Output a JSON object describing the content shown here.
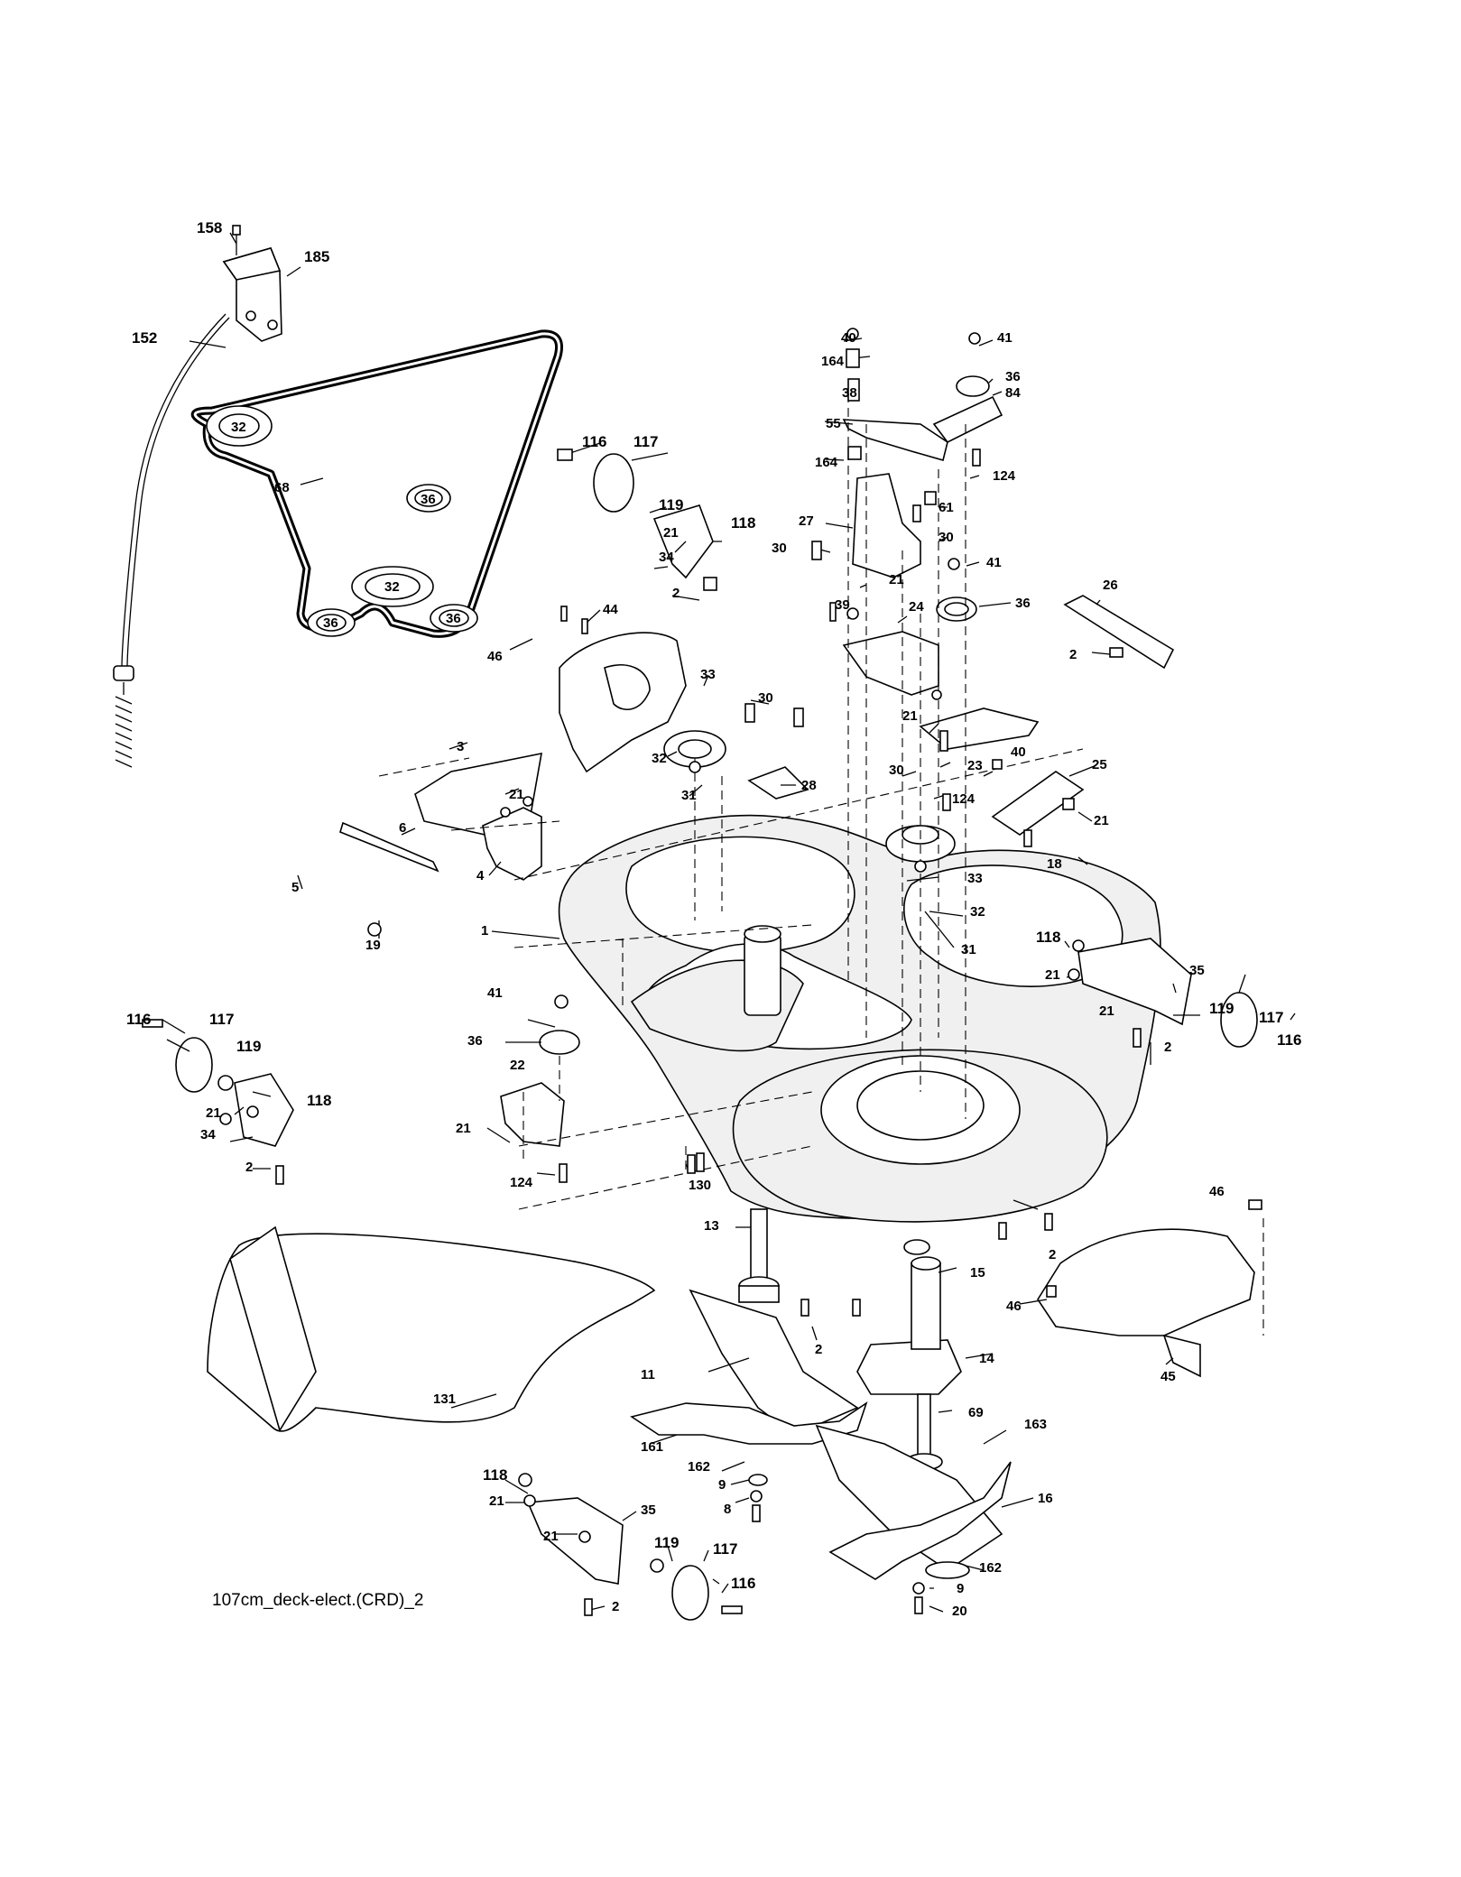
{
  "diagram": {
    "caption": "107cm_deck-elect.(CRD)_2",
    "labels": {
      "l158": "158",
      "l185": "185",
      "l152": "152",
      "l32a": "32",
      "l68": "68",
      "l36a": "36",
      "l32b": "32",
      "l36b": "36",
      "l36c": "36",
      "l116a": "116",
      "l117a": "117",
      "l119a": "119",
      "l118a": "118",
      "l21a": "21",
      "l34a": "34",
      "l2a": "2",
      "l40a": "40",
      "l41a": "41",
      "l164a": "164",
      "l36d": "36",
      "l38": "38",
      "l84": "84",
      "l55": "55",
      "l164b": "164",
      "l124a": "124",
      "l61": "61",
      "l27": "27",
      "l30a": "30",
      "l30b": "30",
      "l41b": "41",
      "l39": "39",
      "l21b": "21",
      "l36e": "36",
      "l24": "24",
      "l26": "26",
      "l2b": "2",
      "l46a": "46",
      "l44": "44",
      "l33a": "33",
      "l30c": "30",
      "l3": "3",
      "l32c": "32",
      "l31a": "31",
      "l28": "28",
      "l21c": "21",
      "l23": "23",
      "l40b": "40",
      "l25": "25",
      "l30d": "30",
      "l124b": "124",
      "l21d": "21",
      "l6": "6",
      "l5": "5",
      "l4": "4",
      "l19": "19",
      "l33b": "33",
      "l18": "18",
      "l32d": "32",
      "l31b": "31",
      "l1": "1",
      "l118b": "118",
      "l21e": "21",
      "l35a": "35",
      "l21f": "21",
      "l119b": "119",
      "l117b": "117",
      "l116b": "116",
      "l2c": "2",
      "l41c": "41",
      "l36f": "36",
      "l116c": "116",
      "l117c": "117",
      "l119c": "119",
      "l22": "22",
      "l21g": "21",
      "l118c": "118",
      "l21h": "21",
      "l34b": "34",
      "l2d": "2",
      "l124c": "124",
      "l130": "130",
      "l46b": "46",
      "l13": "13",
      "l2e": "2",
      "l15": "15",
      "l46c": "46",
      "l2f": "2",
      "l14": "14",
      "l45": "45",
      "l11": "11",
      "l131": "131",
      "l69": "69",
      "l163": "163",
      "l161": "161",
      "l162a": "162",
      "l9a": "9",
      "l8": "8",
      "l16": "16",
      "l118d": "118",
      "l21i": "21",
      "l35b": "35",
      "l21j": "21",
      "l119d": "119",
      "l117d": "117",
      "l116d": "116",
      "l2g": "2",
      "l162b": "162",
      "l9b": "9",
      "l20": "20"
    }
  }
}
